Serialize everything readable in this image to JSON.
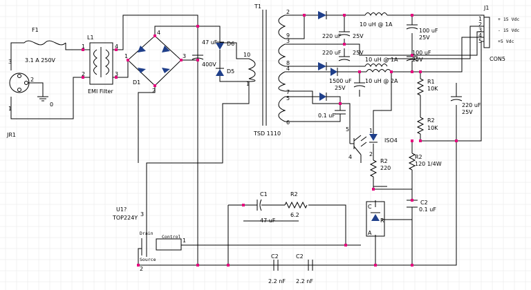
{
  "colors": {
    "wire": "#000000",
    "junction": "#e6007e",
    "grid": "#e6e6e6",
    "diode_fill": "#1f3f8a"
  },
  "labels": {
    "fuse_ref": "F1",
    "fuse_val": "3.1 A 250V",
    "filter_ref": "L1",
    "filter_val": "EMI Filter",
    "bridge_ref": "D1",
    "jack_ref": "JR1",
    "gnd": "0",
    "cap_bulk": "47 uF",
    "cap_bulk_v": "400V",
    "d6": "D6",
    "d5": "D5",
    "xfmr_ref": "T1",
    "xfmr_val": "TSD 1110",
    "c_220_1": "220 uF",
    "c_220_1v": "25V",
    "c_220_2": "220 uF",
    "c_220_2v": "25V",
    "c_1500": "1500 uF",
    "c_1500v": "25V",
    "c_01": "0.1 uF",
    "l_10_1": "10 uH @ 1A",
    "l_10_2": "10 uH @ 1A",
    "l_10_3": "10 uH @ 2A",
    "c_100_1": "100 uF",
    "c_100_1v": "25V",
    "c_100_2": "100 uF",
    "c_100_2v": "25V",
    "r1": "R1",
    "r1v": "10K",
    "r2": "R2",
    "r2v": "10K",
    "c_220_3": "220 uF",
    "c_220_3v": "25V",
    "j1": "J1",
    "con5": "CON5",
    "out_p15": "+ 15 Vdc",
    "out_m15": "- 15 Vdc",
    "out_p5": "+5 Vdc",
    "iso": "ISO4",
    "r2b": "R2",
    "r2b_v": "220",
    "r2c": "R2",
    "r2c_v": "120 1/4W",
    "c2a": "C2",
    "c2a_v": "0.1 uF",
    "c1": "C1",
    "c1_v": "47 uF",
    "r2d": "R2",
    "r2d_v": "6.2",
    "u1": "U1?",
    "u1_v": "TOP224Y",
    "drain": "Drain",
    "control": "Control",
    "source": "Source",
    "c2b": "C2",
    "c2b_v": "2.2 nF",
    "c2c": "C2",
    "c2c_v": "2.2 nF",
    "tl_c": "C",
    "tl_r": "R",
    "tl_a": "A"
  },
  "pins": {
    "jack": [
      "3",
      "2",
      "1"
    ],
    "filter": [
      "1",
      "4",
      "2",
      "3"
    ],
    "bridge": [
      "4",
      "3",
      "1",
      "2"
    ],
    "pri": [
      "10",
      "1"
    ],
    "sec": [
      "2",
      "9",
      "3",
      "8",
      "4",
      "5",
      "7",
      "6"
    ],
    "j1": [
      "1",
      "2",
      "3",
      "4",
      "5"
    ],
    "u1": [
      "3",
      "1",
      "2"
    ],
    "iso": [
      "5",
      "4",
      "1",
      "2"
    ]
  }
}
